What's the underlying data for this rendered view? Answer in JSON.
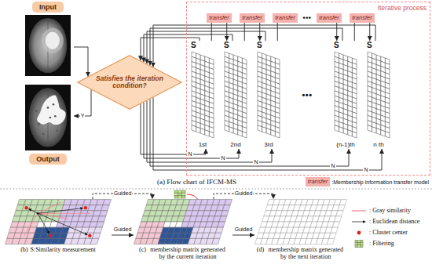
{
  "diagram": {
    "nodes": [
      {
        "text": [
          "Input"
        ]
      },
      {
        "text": [
          "Satisfies the iteration condition?"
        ]
      },
      {
        "text": [
          "Output"
        ]
      },
      {
        "text": [
          "Iterative process"
        ]
      },
      {
        "text": [
          "transfer"
        ],
        "in": 3
      },
      {
        "text": [
          "transfer"
        ],
        "in": 3
      },
      {
        "text": [
          "transfer"
        ],
        "in": 3
      },
      {
        "text": [
          "transfer"
        ],
        "in": 3
      },
      {
        "text": [
          "transfer"
        ],
        "in": 3
      },
      {
        "text": [
          "S",
          "1st"
        ],
        "in": 3
      },
      {
        "text": [
          "S",
          "2nd"
        ],
        "in": 3
      },
      {
        "text": [
          "S",
          "3rd"
        ],
        "in": 3
      },
      {
        "text": [
          "S",
          "(n-1)th"
        ],
        "in": 3
      },
      {
        "text": [
          "S",
          "n th"
        ],
        "in": 3
      },
      {
        "text": [
          "(b)",
          "S:Similarity measurement"
        ]
      },
      {
        "text": [
          "(c)",
          "membership matrix generated by the current iteration"
        ]
      },
      {
        "text": [
          "(d)",
          "membership matrix generated by the next iteration"
        ]
      }
    ],
    "edges": [
      {
        "from": 0,
        "to": 1,
        "arrow": "to"
      },
      {
        "from": 1,
        "to": 2,
        "label": "Y",
        "arrow": "to"
      },
      {
        "from": 1,
        "to": 9,
        "label": "N",
        "arrow": "to"
      },
      {
        "from": 1,
        "to": 10,
        "label": "N",
        "arrow": "to"
      },
      {
        "from": 1,
        "to": 11,
        "label": "N",
        "arrow": "to"
      },
      {
        "from": 1,
        "to": 12,
        "label": "N",
        "arrow": "to"
      },
      {
        "from": 1,
        "to": 13,
        "label": "N",
        "arrow": "to"
      },
      {
        "from": 9,
        "to": 1,
        "arrow": "to"
      },
      {
        "from": 10,
        "to": 1,
        "arrow": "to"
      },
      {
        "from": 11,
        "to": 1,
        "arrow": "to"
      },
      {
        "from": 12,
        "to": 1,
        "arrow": "to"
      },
      {
        "from": 13,
        "to": 1,
        "arrow": "to"
      },
      {
        "from": 9,
        "to": 4,
        "arrow": "none"
      },
      {
        "from": 4,
        "to": 10,
        "arrow": "to"
      },
      {
        "from": 10,
        "to": 5,
        "arrow": "none"
      },
      {
        "from": 5,
        "to": 11,
        "arrow": "to"
      },
      {
        "from": 11,
        "to": 6,
        "arrow": "none"
      },
      {
        "from": 7,
        "to": 12,
        "arrow": "to"
      },
      {
        "from": 12,
        "to": 8,
        "arrow": "none"
      },
      {
        "from": 8,
        "to": 13,
        "arrow": "to"
      },
      {
        "from": 14,
        "to": 15,
        "label": "Guided",
        "arrow": "to"
      },
      {
        "from": 14,
        "to": 15,
        "label": "Guided",
        "arrow": "to"
      },
      {
        "from": 15,
        "to": 16,
        "label": "Guided",
        "arrow": "to"
      },
      {
        "from": 15,
        "to": 16,
        "label": "Guided",
        "arrow": "to"
      }
    ],
    "labels": [
      "•••",
      "•••",
      "(a) Flow chart of IFCM-MS",
      "transfer"
    ],
    "legend": [
      {
        "text": ":Membership information transfer model",
        "color": "#f4b3ae"
      },
      {
        "text": ": Gray similarity"
      },
      {
        "text": ": Euclidean distance"
      },
      {
        "text": ": Cluster center"
      },
      {
        "text": ": Filtering"
      }
    ]
  }
}
